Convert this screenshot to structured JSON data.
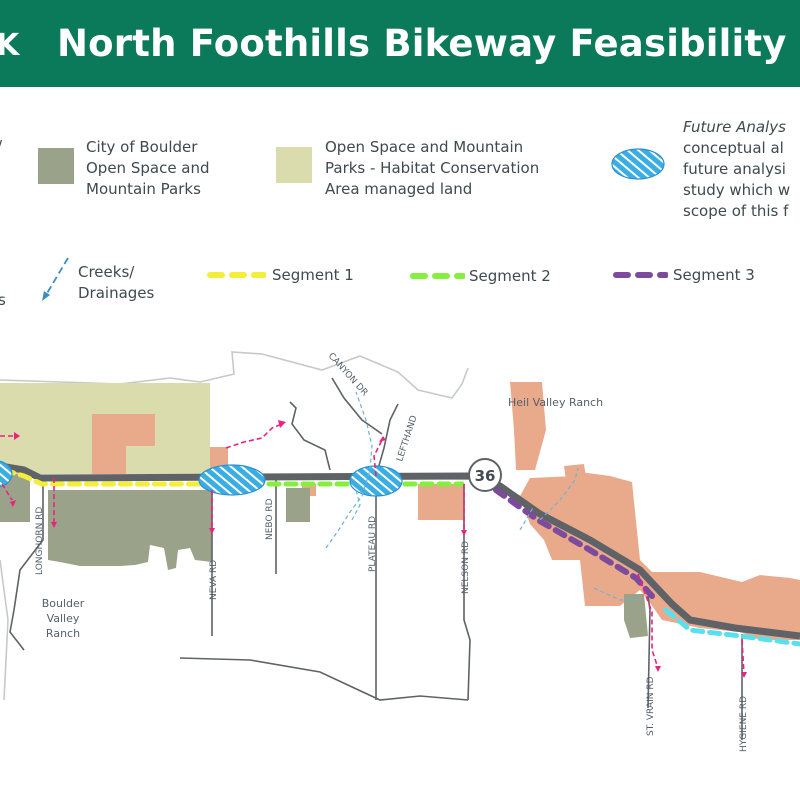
{
  "header": {
    "title": "North Foothills Bikeway Feasibility S",
    "logo_fragment": "K"
  },
  "legend": {
    "osmp": [
      "City of Boulder",
      "Open Space and",
      "Mountain Parks"
    ],
    "habitat": [
      "Open Space and Mountain",
      "Parks - Habitat Conservation",
      "Area managed land"
    ],
    "future": [
      "Future Analys",
      "conceptual al",
      "future analysi",
      "study which w",
      "scope of this f"
    ],
    "left_partial_top": "/",
    "left_partial_bottom": "s",
    "creeks": [
      "Creeks/",
      "Drainages"
    ],
    "segment1": "Segment 1",
    "segment2": "Segment 2",
    "segment3": "Segment 3"
  },
  "map": {
    "places": {
      "heil_valley_ranch": "Heil Valley Ranch",
      "boulder_valley_ranch": [
        "Boulder",
        "Valley",
        "Ranch"
      ]
    },
    "roads": {
      "canyon_dr": "CANYON DR",
      "lefthand": "LEFTHAND",
      "longhorn_rd": "LONGHORN RD",
      "nebo_rd": "NEBO RD",
      "neva_rd": "NEVA RD",
      "plateau_rd": "PLATEAU RD",
      "nelson_rd": "NELSON RD",
      "st_vrain_rd": "ST. VRAIN RD",
      "hygiene_rd": "HYGIENE RD"
    },
    "highway_shield": "36"
  },
  "colors": {
    "header_green": "#0b7a5a",
    "osmp_gray_green": "#9aa289",
    "habitat_khaki": "#dadcae",
    "county_salmon": "#e9aa8c",
    "segment1_yellow": "#f3ee3a",
    "segment2_green": "#84ef3c",
    "segment3_purple": "#7d4a9c",
    "segment4_cyan": "#59e0ee",
    "future_blue": "#3aaee3",
    "drainage_magenta": "#e9237f",
    "road_gray": "#5f6266"
  }
}
